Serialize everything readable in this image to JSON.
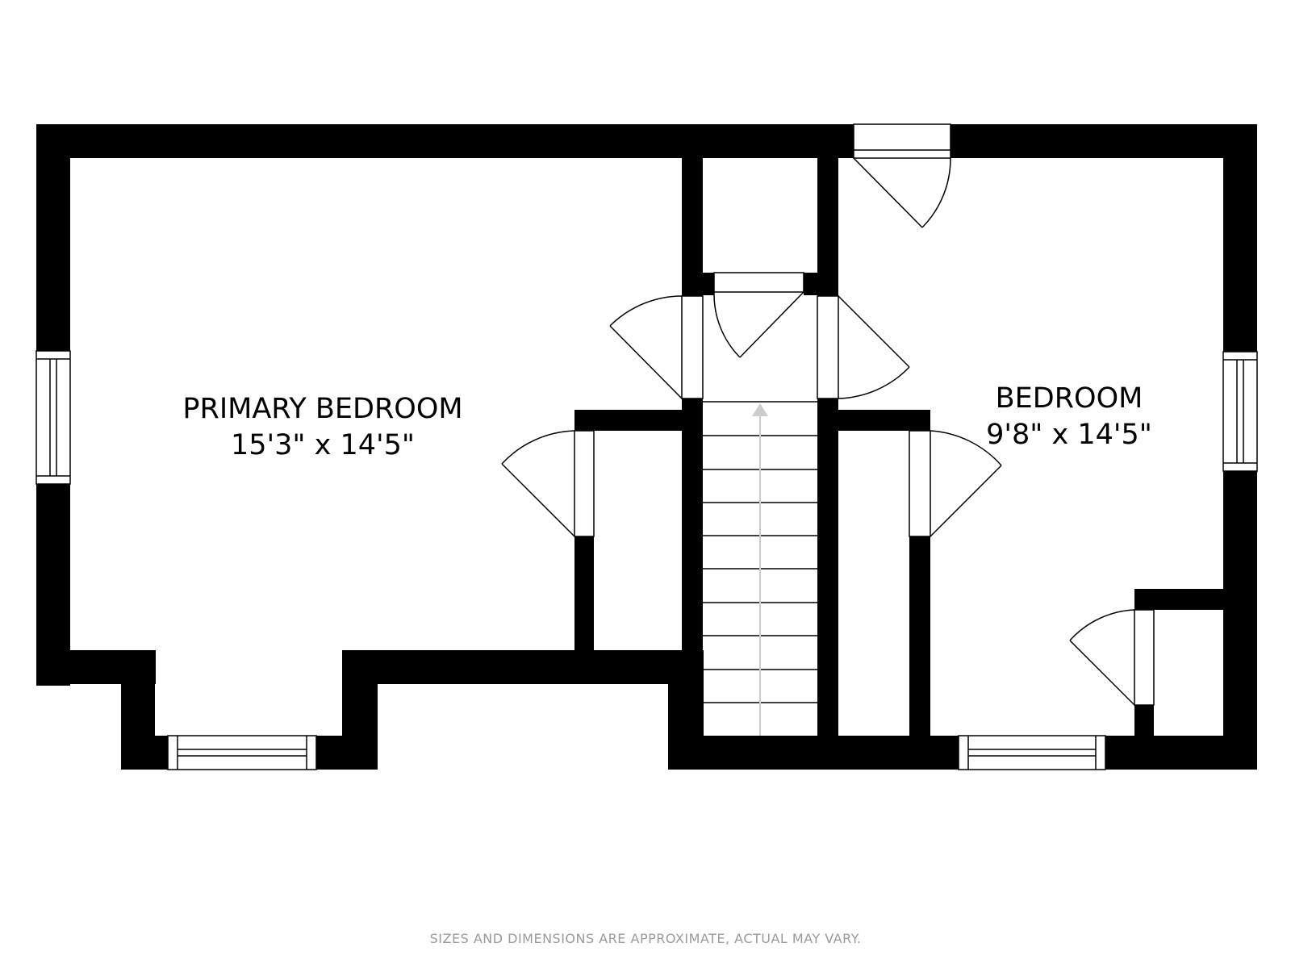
{
  "rooms": {
    "primary": {
      "name": "PRIMARY BEDROOM",
      "size": "15'3\" x 14'5\""
    },
    "bedroom": {
      "name": "BEDROOM",
      "size": "9'8\" x 14'5\""
    }
  },
  "footer": {
    "disclaimer": "SIZES AND DIMENSIONS ARE APPROXIMATE, ACTUAL MAY VARY."
  },
  "colors": {
    "wall": "#000000",
    "background": "#ffffff",
    "text": "#000000",
    "muted": "#9a9a9a",
    "arrow": "#cccccc"
  },
  "icons": [
    "door-swing-icon",
    "window-icon",
    "stair-direction-arrow-icon"
  ]
}
